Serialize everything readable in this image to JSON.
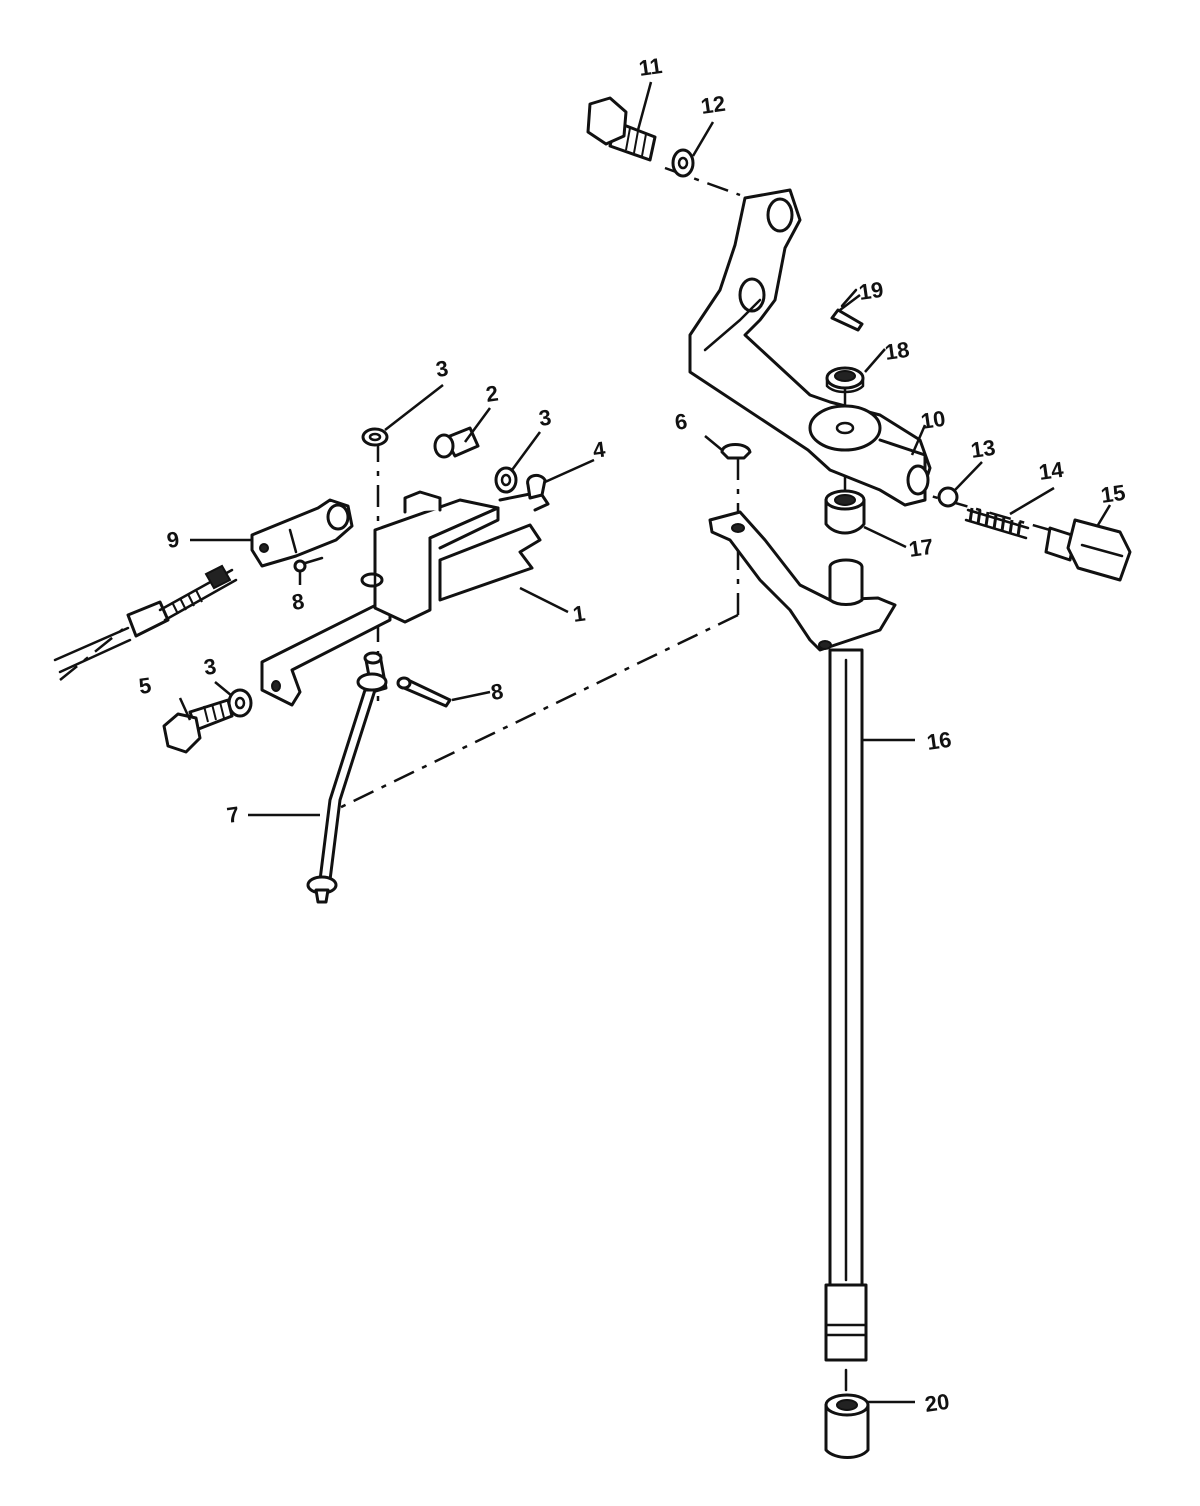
{
  "diagram": {
    "callouts": [
      {
        "id": "c1",
        "label": "1"
      },
      {
        "id": "c2",
        "label": "2"
      },
      {
        "id": "c3a",
        "label": "3"
      },
      {
        "id": "c3b",
        "label": "3"
      },
      {
        "id": "c3c",
        "label": "3"
      },
      {
        "id": "c4",
        "label": "4"
      },
      {
        "id": "c5",
        "label": "5"
      },
      {
        "id": "c6",
        "label": "6"
      },
      {
        "id": "c7",
        "label": "7"
      },
      {
        "id": "c8a",
        "label": "8"
      },
      {
        "id": "c8b",
        "label": "8"
      },
      {
        "id": "c9",
        "label": "9"
      },
      {
        "id": "c10",
        "label": "10"
      },
      {
        "id": "c11",
        "label": "11"
      },
      {
        "id": "c12",
        "label": "12"
      },
      {
        "id": "c13",
        "label": "13"
      },
      {
        "id": "c14",
        "label": "14"
      },
      {
        "id": "c15",
        "label": "15"
      },
      {
        "id": "c16",
        "label": "16"
      },
      {
        "id": "c17",
        "label": "17"
      },
      {
        "id": "c18",
        "label": "18"
      },
      {
        "id": "c19",
        "label": "19"
      },
      {
        "id": "c20",
        "label": "20"
      }
    ],
    "colors": {
      "ink": "#111111",
      "background": "#ffffff"
    }
  }
}
